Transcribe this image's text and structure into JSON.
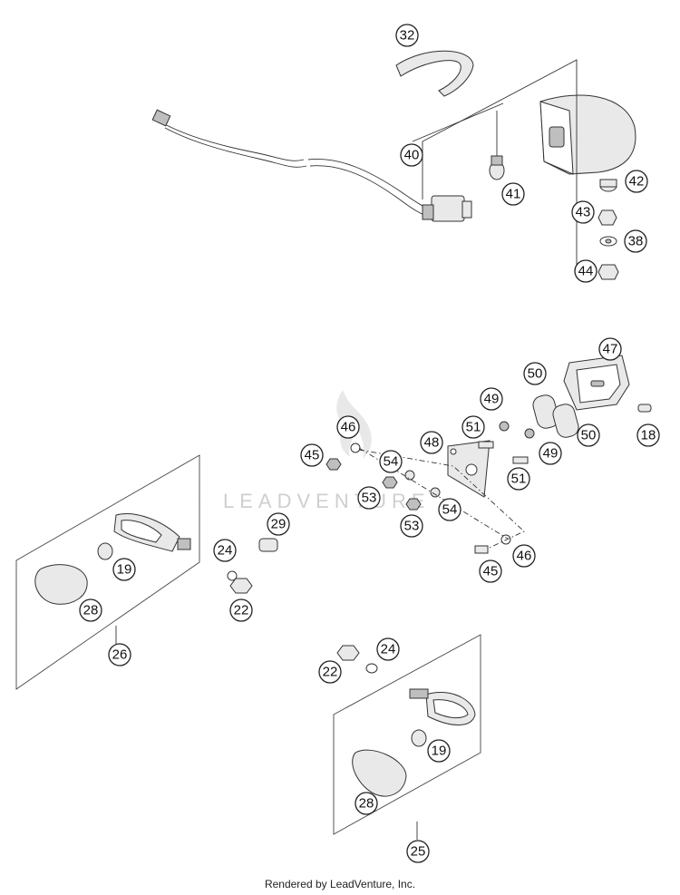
{
  "watermark": "LEADVENTURE",
  "footer": "Rendered by LeadVenture, Inc.",
  "callouts": [
    {
      "id": "c32a",
      "label": "32"
    },
    {
      "id": "c40",
      "label": "40"
    },
    {
      "id": "c41",
      "label": "41"
    },
    {
      "id": "c42",
      "label": "42"
    },
    {
      "id": "c43",
      "label": "43"
    },
    {
      "id": "c38",
      "label": "38"
    },
    {
      "id": "c44",
      "label": "44"
    },
    {
      "id": "c47",
      "label": "47"
    },
    {
      "id": "c50a",
      "label": "50"
    },
    {
      "id": "c49a",
      "label": "49"
    },
    {
      "id": "c50b",
      "label": "50"
    },
    {
      "id": "c18",
      "label": "18"
    },
    {
      "id": "c46a",
      "label": "46"
    },
    {
      "id": "c48",
      "label": "48"
    },
    {
      "id": "c51a",
      "label": "51"
    },
    {
      "id": "c49b",
      "label": "49"
    },
    {
      "id": "c45a",
      "label": "45"
    },
    {
      "id": "c54a",
      "label": "54"
    },
    {
      "id": "c51b",
      "label": "51"
    },
    {
      "id": "c53a",
      "label": "53"
    },
    {
      "id": "c54b",
      "label": "54"
    },
    {
      "id": "c53b",
      "label": "53"
    },
    {
      "id": "c29",
      "label": "29"
    },
    {
      "id": "c24a",
      "label": "24"
    },
    {
      "id": "c19a",
      "label": "19"
    },
    {
      "id": "c22a",
      "label": "22"
    },
    {
      "id": "c28a",
      "label": "28"
    },
    {
      "id": "c45b",
      "label": "45"
    },
    {
      "id": "c46b",
      "label": "46"
    },
    {
      "id": "c26",
      "label": "26"
    },
    {
      "id": "c24b",
      "label": "24"
    },
    {
      "id": "c22b",
      "label": "22"
    },
    {
      "id": "c19b",
      "label": "19"
    },
    {
      "id": "c28b",
      "label": "28"
    },
    {
      "id": "c25",
      "label": "25"
    }
  ]
}
